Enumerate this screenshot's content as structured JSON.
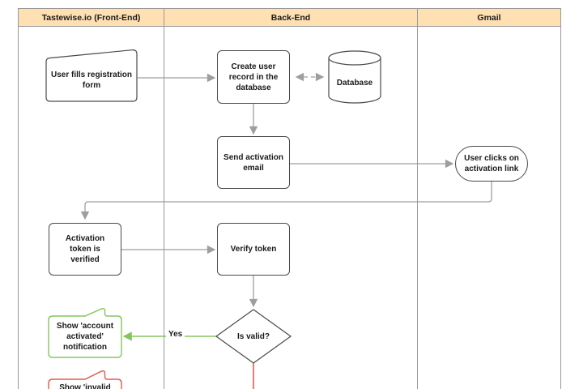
{
  "diagram": {
    "title_hint": "User registration activation swimlane flowchart",
    "lanes": [
      {
        "label": "Tastewise.io (Front-End)"
      },
      {
        "label": "Back-End"
      },
      {
        "label": "Gmail"
      }
    ],
    "nodes": {
      "registration_form": "User fills registration form",
      "create_user_record": "Create user record in the database",
      "database": "Database",
      "send_activation_email": "Send activation email",
      "user_clicks_link": "User clicks on activation link",
      "token_verified": "Activation token is verified",
      "verify_token": "Verify token",
      "is_valid": "Is valid?",
      "account_activated_callout": "Show 'account activated' notification",
      "invalid_callout_partial": "Show 'invalid"
    },
    "edge_labels": {
      "yes": "Yes"
    },
    "colors": {
      "lane_header_fill": "#ffe0b2",
      "lane_border": "#999999",
      "shape_border": "#4a4a4a",
      "connector": "#9e9e9e",
      "yes_connector": "#85c55f",
      "no_connector": "#e25a4e",
      "text": "#1a1a1a"
    }
  }
}
